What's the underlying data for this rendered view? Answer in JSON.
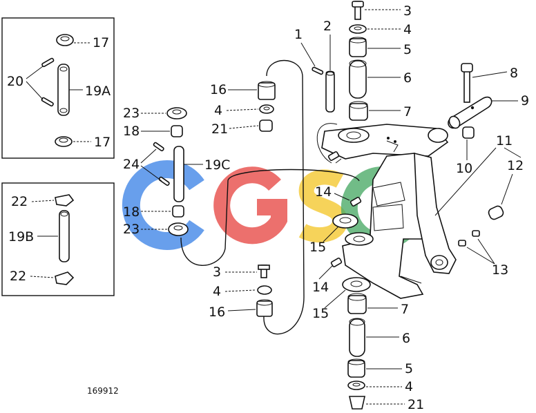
{
  "drawing_id": "169912",
  "watermark": {
    "text": "CGSC",
    "colors": [
      "#3b82e6",
      "#e53935",
      "#f2c21b",
      "#2e9e4f"
    ]
  },
  "inset_a": {
    "labels": {
      "p17a": "17",
      "p20": "20",
      "p19a": "19A",
      "p17b": "17"
    }
  },
  "inset_b": {
    "labels": {
      "p22a": "22",
      "p19b": "19B",
      "p22b": "22"
    }
  },
  "callouts": {
    "p1": "1",
    "p2": "2",
    "p3a": "3",
    "p4a": "4",
    "p5a": "5",
    "p6a": "6",
    "p7a": "7",
    "p8": "8",
    "p9": "9",
    "p10": "10",
    "p11": "11",
    "p12": "12",
    "p13": "13",
    "p14a": "14",
    "p14b": "14",
    "p15a": "15",
    "p15b": "15",
    "p16a": "16",
    "p4b": "4",
    "p21a": "21",
    "p23a": "23",
    "p18a": "18",
    "p24": "24",
    "p19c": "19C",
    "p18b": "18",
    "p23b": "23",
    "p3b": "3",
    "p4c": "4",
    "p16b": "16",
    "p7b": "7",
    "p6b": "6",
    "p5b": "5",
    "p4d": "4",
    "p21b": "21"
  }
}
